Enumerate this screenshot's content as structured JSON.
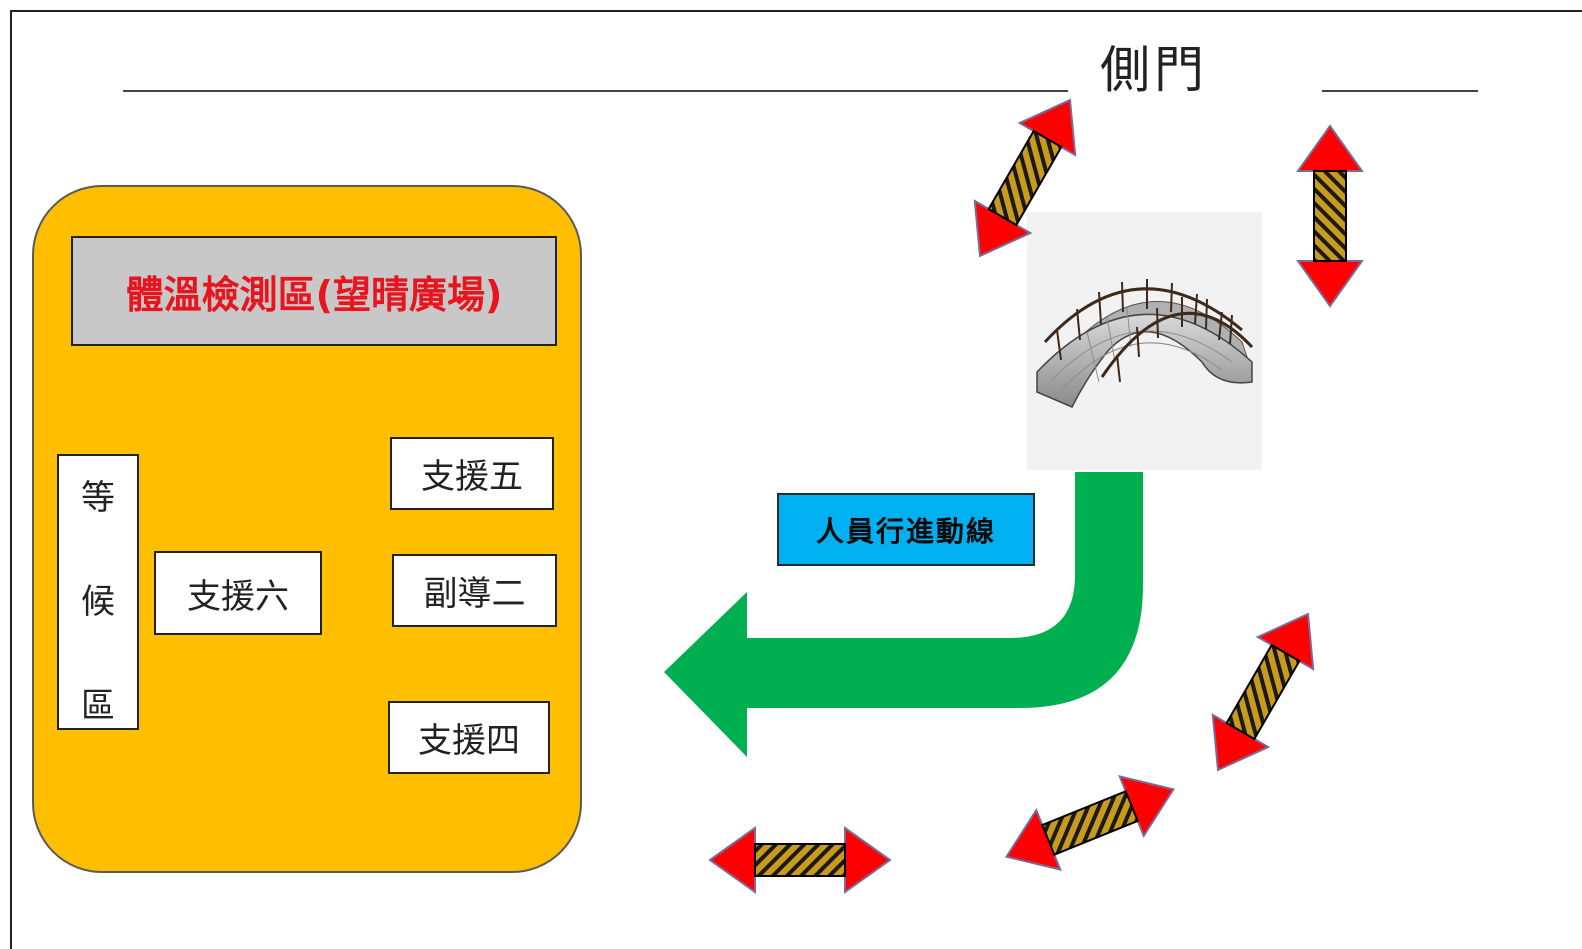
{
  "gate": {
    "label": "側門"
  },
  "zone": {
    "title": "體溫檢測區(望晴廣場)",
    "waiting_area": [
      "等",
      "候",
      "區"
    ],
    "stations": {
      "support_six": "支援六",
      "support_five": "支援五",
      "assistant_two": "副導二",
      "support_four": "支援四"
    }
  },
  "flow": {
    "label": "人員行進動線"
  },
  "colors": {
    "zone_fill": "#ffbf00",
    "title_box_fill": "#c8c8c8",
    "title_text": "#e8141e",
    "flow_label_fill": "#00b0f0",
    "flow_arrow": "#00b050",
    "barrier_arrow": "#ff0000",
    "barrier_stripe": "#c89a1e"
  },
  "icons": {
    "bridge": "arched-bridge-icon",
    "barrier": "double-arrow-barrier-icon"
  }
}
